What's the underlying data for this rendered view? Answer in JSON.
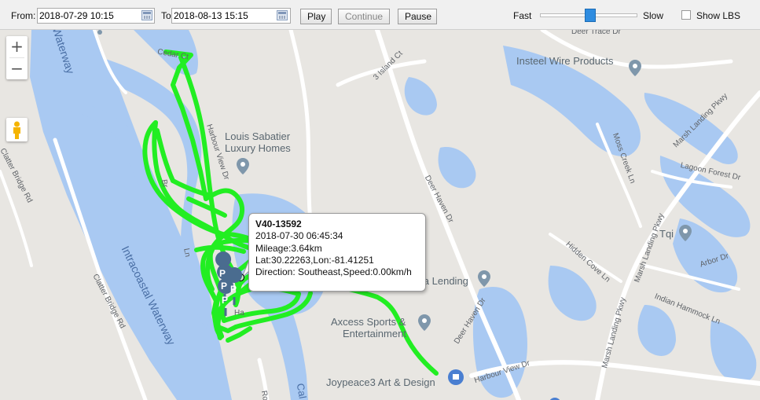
{
  "toolbar": {
    "from_label": "From:",
    "from_value": "2018-07-29 10:15",
    "to_label": "To",
    "to_value": "2018-08-13 15:15",
    "play_label": "Play",
    "continue_label": "Continue",
    "pause_label": "Pause",
    "fast_label": "Fast",
    "slow_label": "Slow",
    "speed_level": 0.52,
    "show_lbs_label": "Show LBS",
    "show_lbs_checked": false
  },
  "map_controls": {
    "zoom_in": "+",
    "zoom_out": "−"
  },
  "popup": {
    "device_prefix": "V40-",
    "device_id": "13592",
    "datetime": "2018-07-30 06:45:34",
    "mileage": "Mileage:3.64km",
    "latlon": "Lat:30.22263,Lon:-81.41251",
    "direction": "Direction: Southeast,Speed:0.00km/h"
  },
  "places": {
    "insteel": "Insteel Wire Products",
    "louis_line1": "Louis Sabatier",
    "louis_line2": "Luxury Homes",
    "centra": "Centra Lending",
    "axcess_line1": "Axcess Sports &",
    "axcess_line2": "Entertainment",
    "joypeace": "Joypeace3 Art & Design",
    "tqi": "Tqi"
  },
  "streets": {
    "deer_trace": "Deer Trace Dr",
    "island_ct": "3 Island Ct",
    "clatter1": "Clatter Bridge Rd",
    "clatter2": "Clatter Bridge Rd",
    "waterway": "Intracoastal Waterway",
    "waterway_top": "Waterway",
    "deer_haven1": "Deer Haven Dr",
    "deer_haven2": "Deer Haven Dr",
    "harbour_view": "Harbour View Dr",
    "harbour_view2": "Harbour View Dr",
    "moss_creek": "Moss Creek Ln",
    "marsh_landing1": "Marsh Landing Pkwy",
    "marsh_landing2": "Marsh Landing Pkwy",
    "marsh_landing3": "Marsh Landing Pkwy",
    "lagoon_forest": "Lagoon Forest Dr",
    "hidden_cove": "Hidden Cove Ln",
    "indian_hammock": "Indian Hammock Ln",
    "arbor": "Arbor Dr",
    "cedar_ct": "Cedar Ct",
    "ro": "Ro",
    "cal": "Cal",
    "ha": "Ha",
    "ln": "Ln",
    "br": "Br"
  },
  "markers": {
    "parking_letter": "P"
  },
  "colors": {
    "track": "#22ee22",
    "water": "#a9c9f2",
    "land": "#e8e6e2",
    "marker": "#4a6c8f",
    "slider_thumb": "#2f8ce0"
  }
}
